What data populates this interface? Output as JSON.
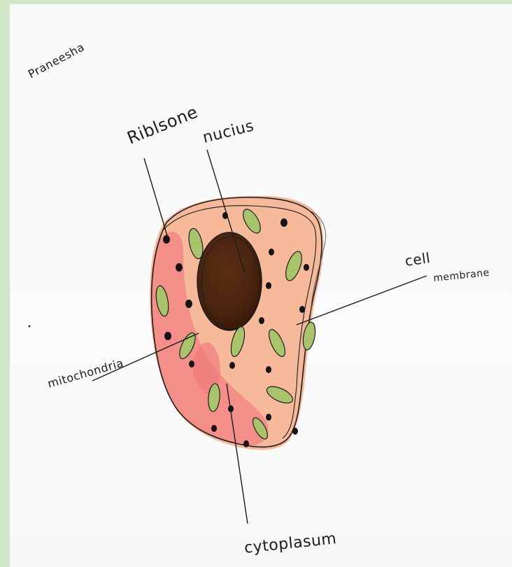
{
  "labels": {
    "corner_note": "Praneesha",
    "ribosome": "Riblsone",
    "nucleus": "nucius",
    "cell_membrane_line1": "cell",
    "cell_membrane_line2": "membrane",
    "mitochondria": "mitochondria",
    "cytoplasm": "cytoplasum"
  },
  "colors": {
    "frame": "#cfe8c4",
    "cell_outer": "#f6b99a",
    "cell_pink": "#f28a88",
    "nucleus": "#4a2410",
    "mitochondria": "#a7c46a",
    "ink": "#1c1c1c"
  }
}
